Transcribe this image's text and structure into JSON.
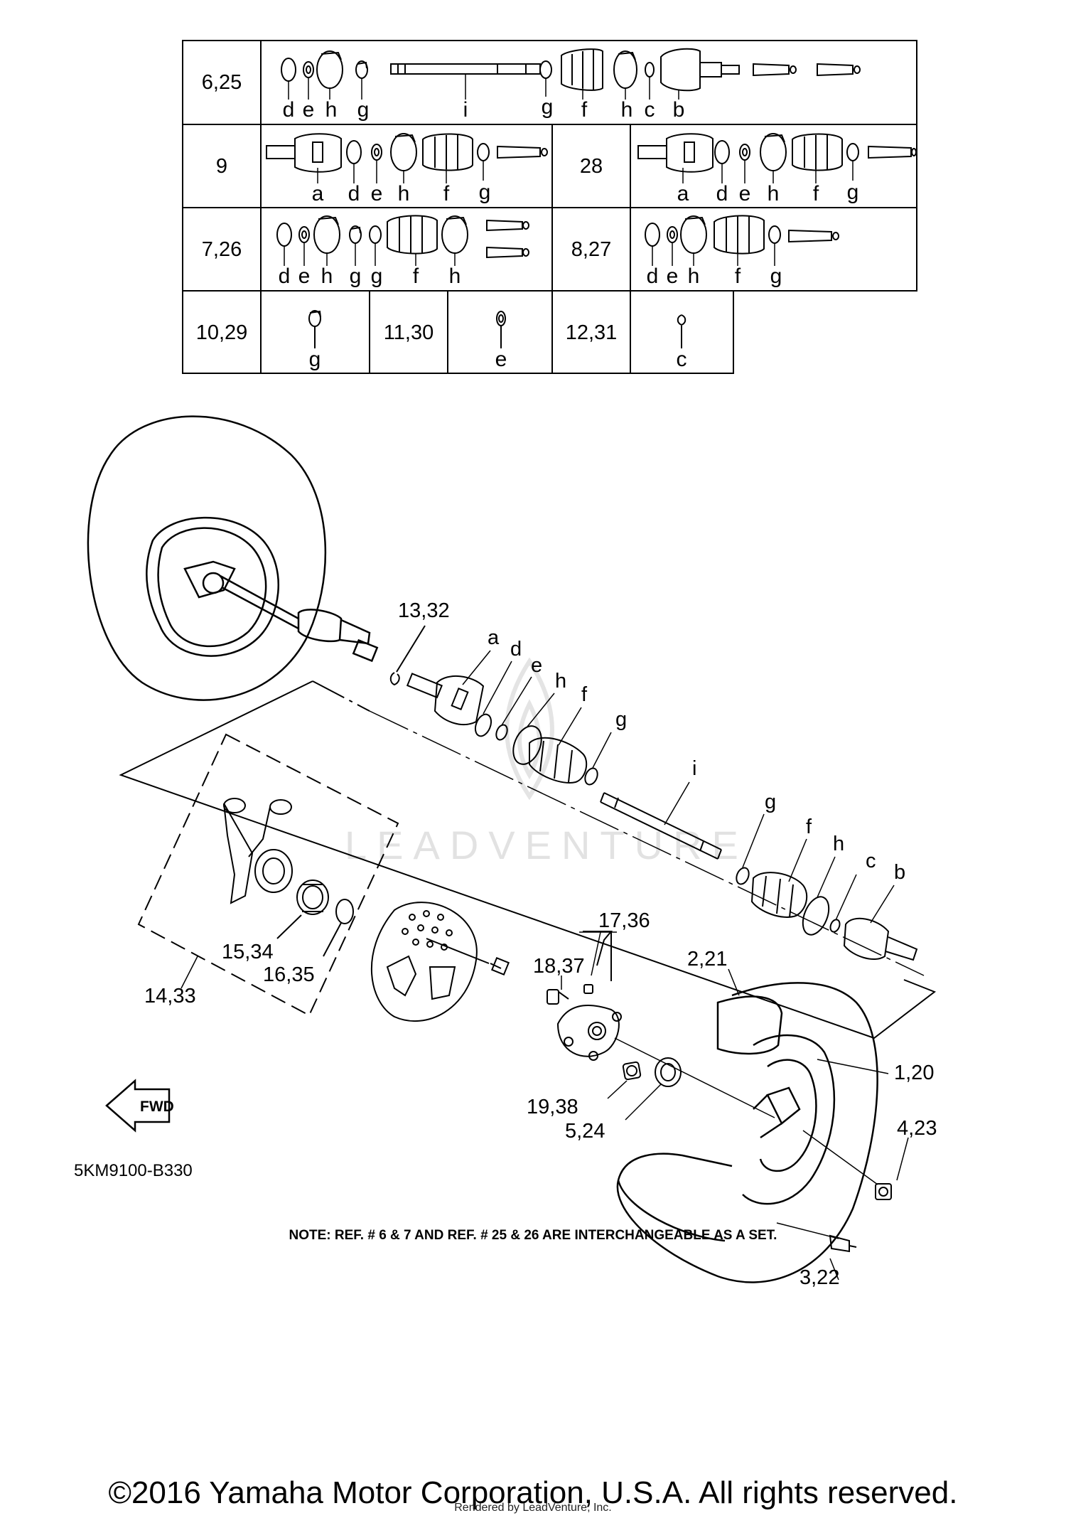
{
  "table": {
    "rows": [
      {
        "ref": "6,25",
        "letters": [
          "d",
          "e",
          "h",
          "g",
          "i",
          "g",
          "f",
          "h",
          "c",
          "b"
        ]
      },
      {
        "ref": "9",
        "letters": [
          "a",
          "d",
          "e",
          "h",
          "f",
          "g"
        ]
      },
      {
        "ref": "28",
        "letters": [
          "a",
          "d",
          "e",
          "h",
          "f",
          "g"
        ]
      },
      {
        "ref": "7,26",
        "letters": [
          "d",
          "e",
          "h",
          "g",
          "g",
          "f",
          "h"
        ]
      },
      {
        "ref": "8,27",
        "letters": [
          "d",
          "e",
          "h",
          "f",
          "g"
        ]
      },
      {
        "ref": "10,29",
        "letters": [
          "g"
        ]
      },
      {
        "ref": "11,30",
        "letters": [
          "e"
        ]
      },
      {
        "ref": "12,31",
        "letters": [
          "c"
        ]
      }
    ]
  },
  "callouts": {
    "r13_32": "13,32",
    "a": "a",
    "d": "d",
    "e": "e",
    "h1": "h",
    "f1": "f",
    "g1": "g",
    "i": "i",
    "g2": "g",
    "f2": "f",
    "h2": "h",
    "c": "c",
    "b": "b",
    "r17_36": "17,36",
    "r18_37": "18,37",
    "r2_21": "2,21",
    "r1_20": "1,20",
    "r4_23": "4,23",
    "r3_22": "3,22",
    "r19_38": "19,38",
    "r5_24": "5,24",
    "r15_34": "15,34",
    "r16_35": "16,35",
    "r14_33": "14,33"
  },
  "fwd_label": "FWD",
  "watermark": "LEADVENTURE",
  "diagram_code": "5KM9100-B330",
  "note": "NOTE: REF. # 6 & 7 AND REF. # 25 & 26 ARE INTERCHANGEABLE AS A SET.",
  "copyright": "©2016 Yamaha Motor Corporation, U.S.A. All rights reserved.",
  "rendered_by": "Rendered by LeadVenture, Inc.",
  "colors": {
    "ink": "#000000",
    "watermark": "#e2e2e2",
    "paper": "#ffffff"
  }
}
